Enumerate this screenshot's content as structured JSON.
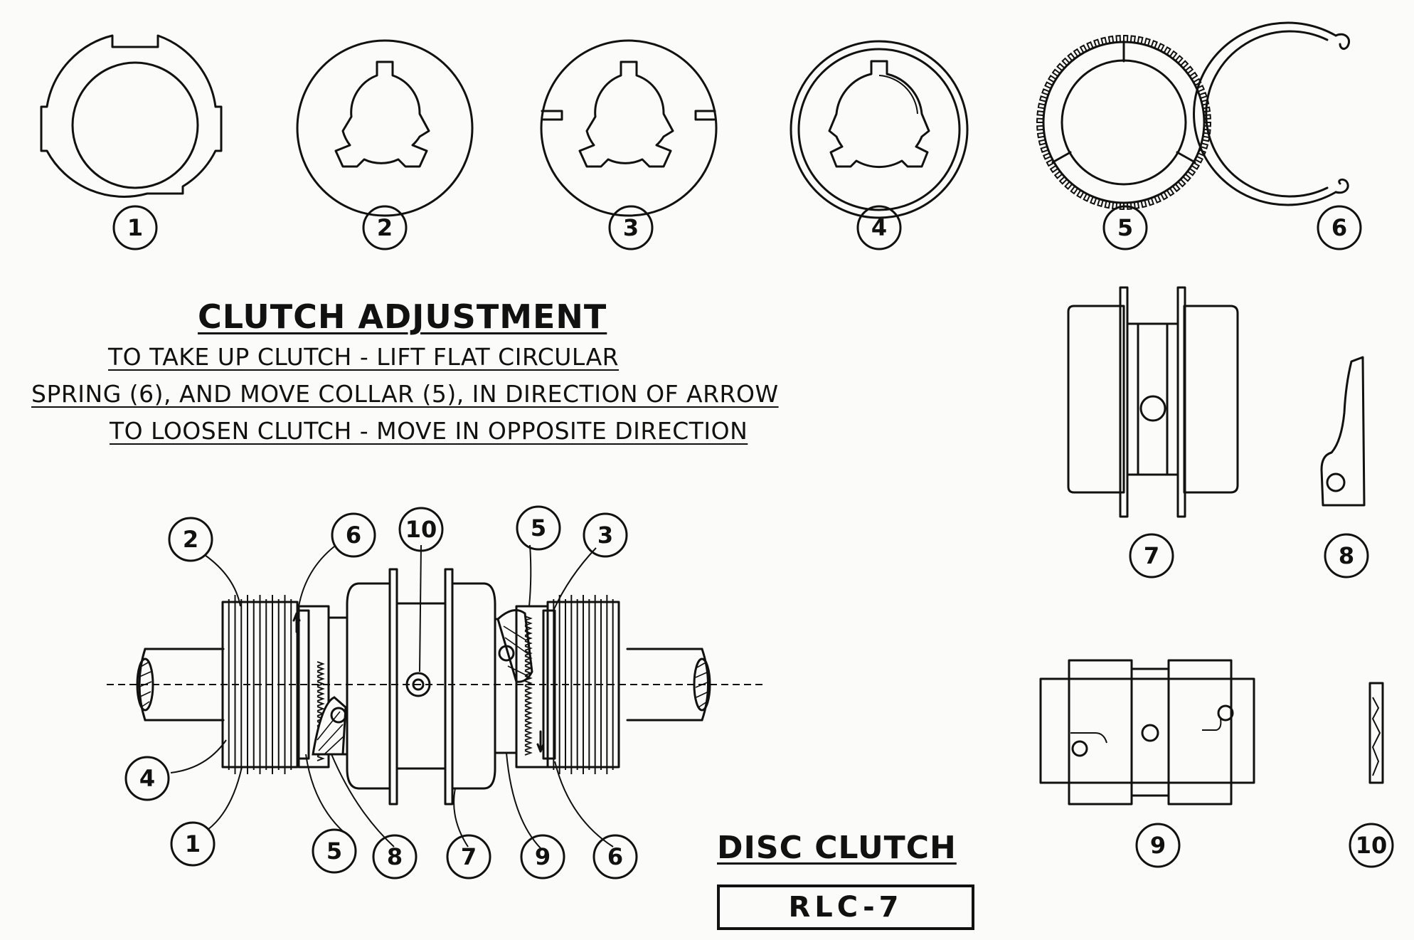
{
  "heading": "CLUTCH ADJUSTMENT",
  "instructions": [
    "TO TAKE UP CLUTCH - LIFT FLAT CIRCULAR",
    "SPRING (6), AND MOVE COLLAR (5), IN DIRECTION OF ARROW",
    "TO LOOSEN CLUTCH - MOVE IN OPPOSITE DIRECTION"
  ],
  "title": "DISC CLUTCH",
  "plate": "RLC-7",
  "part_labels": {
    "p1": "1",
    "p2": "2",
    "p3": "3",
    "p4": "4",
    "p5": "5",
    "p6": "6",
    "p7": "7",
    "p8": "8",
    "p9": "9",
    "p10": "10"
  },
  "assembly_labels": {
    "a2": "2",
    "a6": "6",
    "a10": "10",
    "a5": "5",
    "a3": "3",
    "a4": "4",
    "a1": "1",
    "a5b": "5",
    "a8": "8",
    "a7": "7",
    "a9": "9",
    "a6b": "6"
  }
}
